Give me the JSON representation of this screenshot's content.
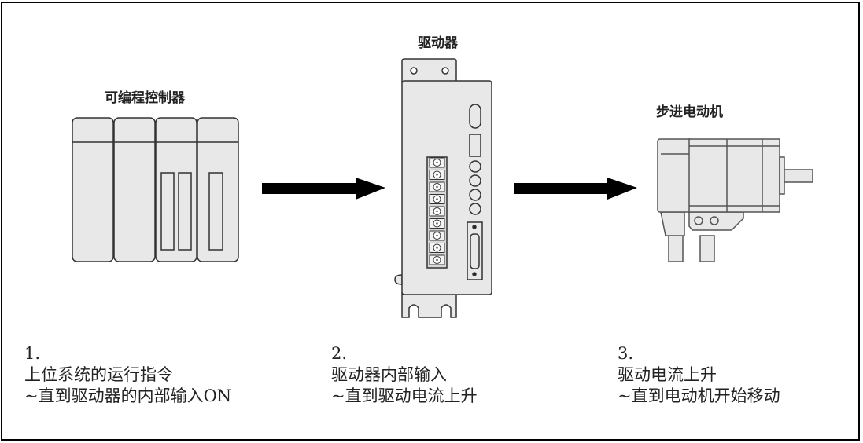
{
  "devices": {
    "plc": {
      "label": "可编程控制器",
      "icon": "plc-rack-icon"
    },
    "driver": {
      "label": "驱动器",
      "icon": "driver-unit-icon"
    },
    "motor": {
      "label": "步进电动机",
      "icon": "stepper-motor-icon"
    }
  },
  "arrows": [
    {
      "from": "plc",
      "to": "driver",
      "icon": "arrow-right-icon"
    },
    {
      "from": "driver",
      "to": "motor",
      "icon": "arrow-right-icon"
    }
  ],
  "steps": [
    {
      "number": "1.",
      "line1": "上位系统的运行指令",
      "line2": "~直到驱动器的内部输入ON"
    },
    {
      "number": "2.",
      "line1": "驱动器内部输入",
      "line2": "~直到驱动电流上升"
    },
    {
      "number": "3.",
      "line1": "驱动电流上升",
      "line2": "~直到电动机开始移动"
    }
  ],
  "colors": {
    "device_fill": "#e8e8e8",
    "stroke": "#333333",
    "arrow": "#000000"
  }
}
